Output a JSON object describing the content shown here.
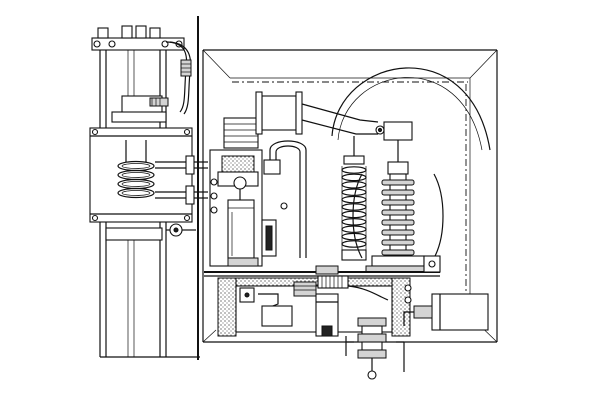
{
  "diagram": {
    "type": "technical-line-drawing",
    "palette": {
      "line": "#111111",
      "background": "#ffffff",
      "fill_light": "#d4d4d4",
      "fill_dark": "#8a8a8a"
    },
    "cooling_coil_turns": 4,
    "inductor_coil_turns": 11,
    "insulator_sheds": 8
  }
}
